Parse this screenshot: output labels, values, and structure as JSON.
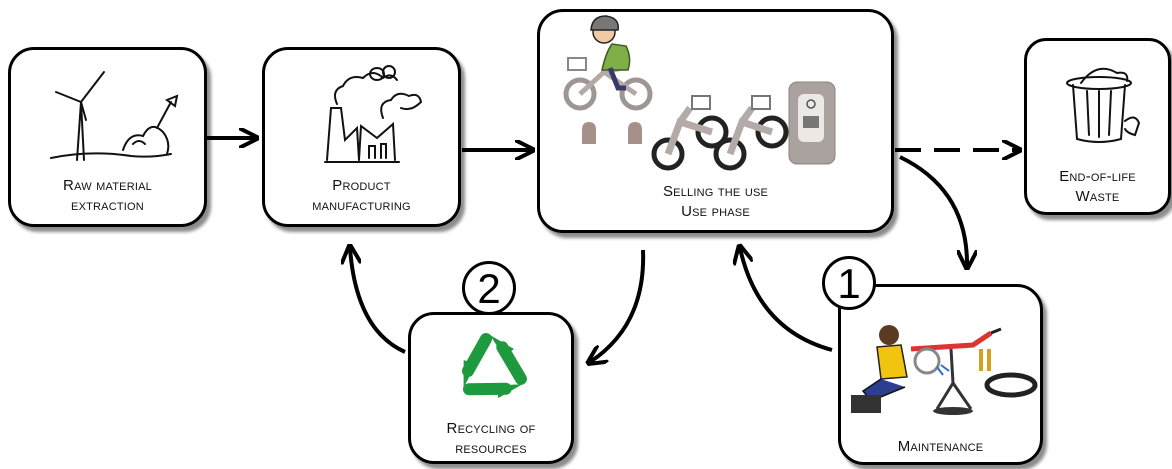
{
  "stages": {
    "raw_material": {
      "line1": "Raw material",
      "line2": "extraction"
    },
    "manufacturing": {
      "line1": "Product",
      "line2": "manufacturing"
    },
    "use_phase": {
      "line1": "Selling the use",
      "line2": "Use phase"
    },
    "end_of_life": {
      "line1": "End-of-life",
      "line2": "Waste"
    },
    "recycling": {
      "line1": "Recycling of",
      "line2": "resources"
    },
    "maintenance": {
      "line1": "Maintenance"
    }
  },
  "badges": {
    "maintenance": "1",
    "recycling": "2"
  },
  "colors": {
    "stroke": "#000000",
    "recycle_green": "#1e9a3e",
    "bike_gray": "#b4aaa8",
    "station_gray": "#a9a29e"
  }
}
